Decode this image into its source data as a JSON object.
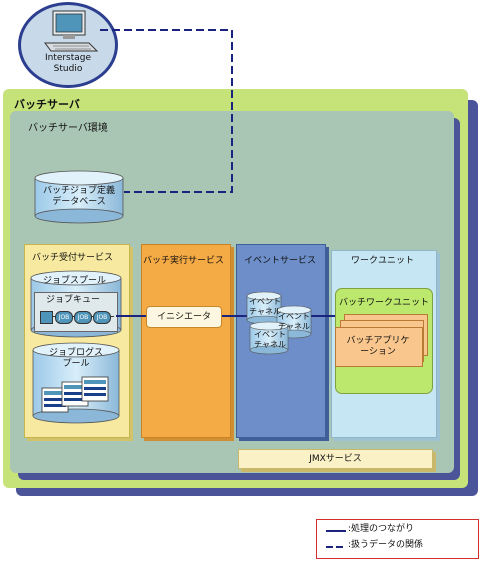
{
  "client": {
    "label": "Interstage Studio"
  },
  "batch_server": {
    "label": "バッチサーバ"
  },
  "environment": {
    "label": "バッチサーバ環境"
  },
  "job_definition_db": {
    "label": "バッチジョブ定義データベース"
  },
  "services": {
    "reception": "バッチ受付サービス",
    "execution": "バッチ実行サービス",
    "event": "イベントサービス",
    "workunit": "ワークユニット"
  },
  "reception": {
    "job_spool": "ジョブスプール",
    "job_queue": "ジョブキュー",
    "job_tokens": [
      "JOB",
      "JOB",
      "JOB"
    ],
    "job_log_spool": "ジョブログスプール"
  },
  "initiator": {
    "label": "イニシエータ"
  },
  "event_channels": [
    "イベントチャネル",
    "イベントチャネル",
    "イベントチャネル"
  ],
  "batch_work_unit": {
    "label": "バッチワークユニット"
  },
  "batch_application": {
    "label": "バッチアプリケーション"
  },
  "jmx_service": {
    "label": "JMXサービス"
  },
  "legend": {
    "solid": ":処理のつながり",
    "dashed": ":扱うデータの関係"
  },
  "colors": {
    "batch_server_bg": "#c6e37a",
    "env_bg": "#a9c5b3",
    "reception_bg": "#f7eaa0",
    "execution_bg": "#f5ab45",
    "event_bg": "#6d8ec8",
    "workunit_bg": "#c7e6f3",
    "connector": "#1a237e",
    "legend_border": "#d32f2f"
  }
}
